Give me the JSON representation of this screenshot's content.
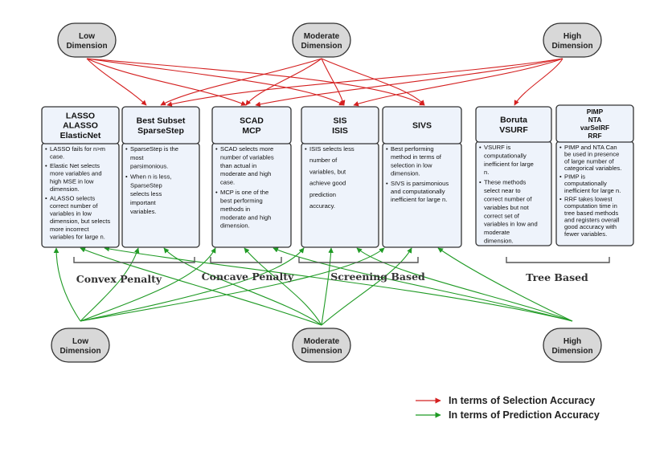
{
  "dimensions": {
    "top": [
      {
        "id": "top-low",
        "lines": [
          "Low",
          "Dimension"
        ]
      },
      {
        "id": "top-moderate",
        "lines": [
          "Moderate",
          "Dimension"
        ]
      },
      {
        "id": "top-high",
        "lines": [
          "High",
          "Dimension"
        ]
      }
    ],
    "bottom": [
      {
        "id": "bottom-low",
        "lines": [
          "Low",
          "Dimension"
        ]
      },
      {
        "id": "bottom-moderate",
        "lines": [
          "Moderate",
          "Dimension"
        ]
      },
      {
        "id": "bottom-high",
        "lines": [
          "High",
          "Dimension"
        ]
      }
    ]
  },
  "methods": [
    {
      "id": "lasso",
      "header": [
        "LASSO",
        "ALASSO",
        "ElasticNet"
      ],
      "bullets": [
        [
          "LASSO fails for n>m",
          "case."
        ],
        [
          "Elastic Net selects",
          "more variables and",
          "high MSE in low",
          "dimension."
        ],
        [
          "ALASSO selects",
          "correct number of",
          "variables in low",
          "dimension, but selects",
          "more incorrect",
          "variables for large n."
        ]
      ]
    },
    {
      "id": "best-subset",
      "header": [
        "Best Subset",
        "SparseStep"
      ],
      "bullets": [
        [
          "SparseStep is the",
          "most",
          "parsimonious."
        ],
        [
          "When n is less,",
          "SparseStep",
          "selects less",
          "important",
          "variables."
        ]
      ]
    },
    {
      "id": "scad",
      "header": [
        "SCAD",
        "MCP"
      ],
      "bullets": [
        [
          "SCAD selects more",
          "number of variables",
          "than actual in",
          "moderate and high",
          "case."
        ],
        [
          "MCP is one of the",
          "best performing",
          "methods in",
          "moderate and high",
          "dimension."
        ]
      ]
    },
    {
      "id": "sis",
      "header": [
        "SIS",
        "ISIS"
      ],
      "bullets": [
        [
          "ISIS selects less",
          "number of",
          "variables, but",
          "achieve good",
          "prediction",
          "accuracy."
        ]
      ]
    },
    {
      "id": "sivs",
      "header": [
        "SIVS"
      ],
      "bullets": [
        [
          "Best performing",
          "method in terms of",
          "selection in low",
          "dimension."
        ],
        [
          "SIVS is parsimonious",
          "and computationally",
          "inefficient  for large n."
        ]
      ]
    },
    {
      "id": "boruta",
      "header": [
        "Boruta",
        "VSURF"
      ],
      "bullets": [
        [
          "VSURF is",
          "computationally",
          "inefficient for large",
          "n."
        ],
        [
          "These methods",
          "select near to",
          "correct number of",
          "variables but not",
          "correct set of",
          "variables in low and",
          "moderate",
          "dimension."
        ]
      ]
    },
    {
      "id": "pimp",
      "header": [
        "PIMP",
        "NTA",
        "varSelRF",
        "RRF"
      ],
      "bullets": [
        [
          "PIMP and NTA Can",
          "be used in presence",
          "of large number of",
          "categorical variables."
        ],
        [
          "PIMP is",
          "computationally",
          "inefficient  for large n."
        ],
        [
          "RRF takes lowest",
          "computation time in",
          "tree based methods",
          "and registers overall",
          "good accuracy with",
          "fewer variables."
        ]
      ]
    }
  ],
  "groups": [
    "Convex Penalty",
    "Concave Penalty",
    "Screening Based",
    "Tree Based"
  ],
  "legend": {
    "selection": {
      "label": "In terms of Selection Accuracy",
      "color": "#d42020"
    },
    "prediction": {
      "label": "In terms of Prediction Accuracy",
      "color": "#1f9a24"
    }
  },
  "colors": {
    "selection_arrow": "#d42020",
    "prediction_arrow": "#1f9a24",
    "box_fill": "#eef3fb",
    "box_border": "#333333",
    "dimension_fill": "#d8d8d8",
    "bracket": "#555555"
  }
}
